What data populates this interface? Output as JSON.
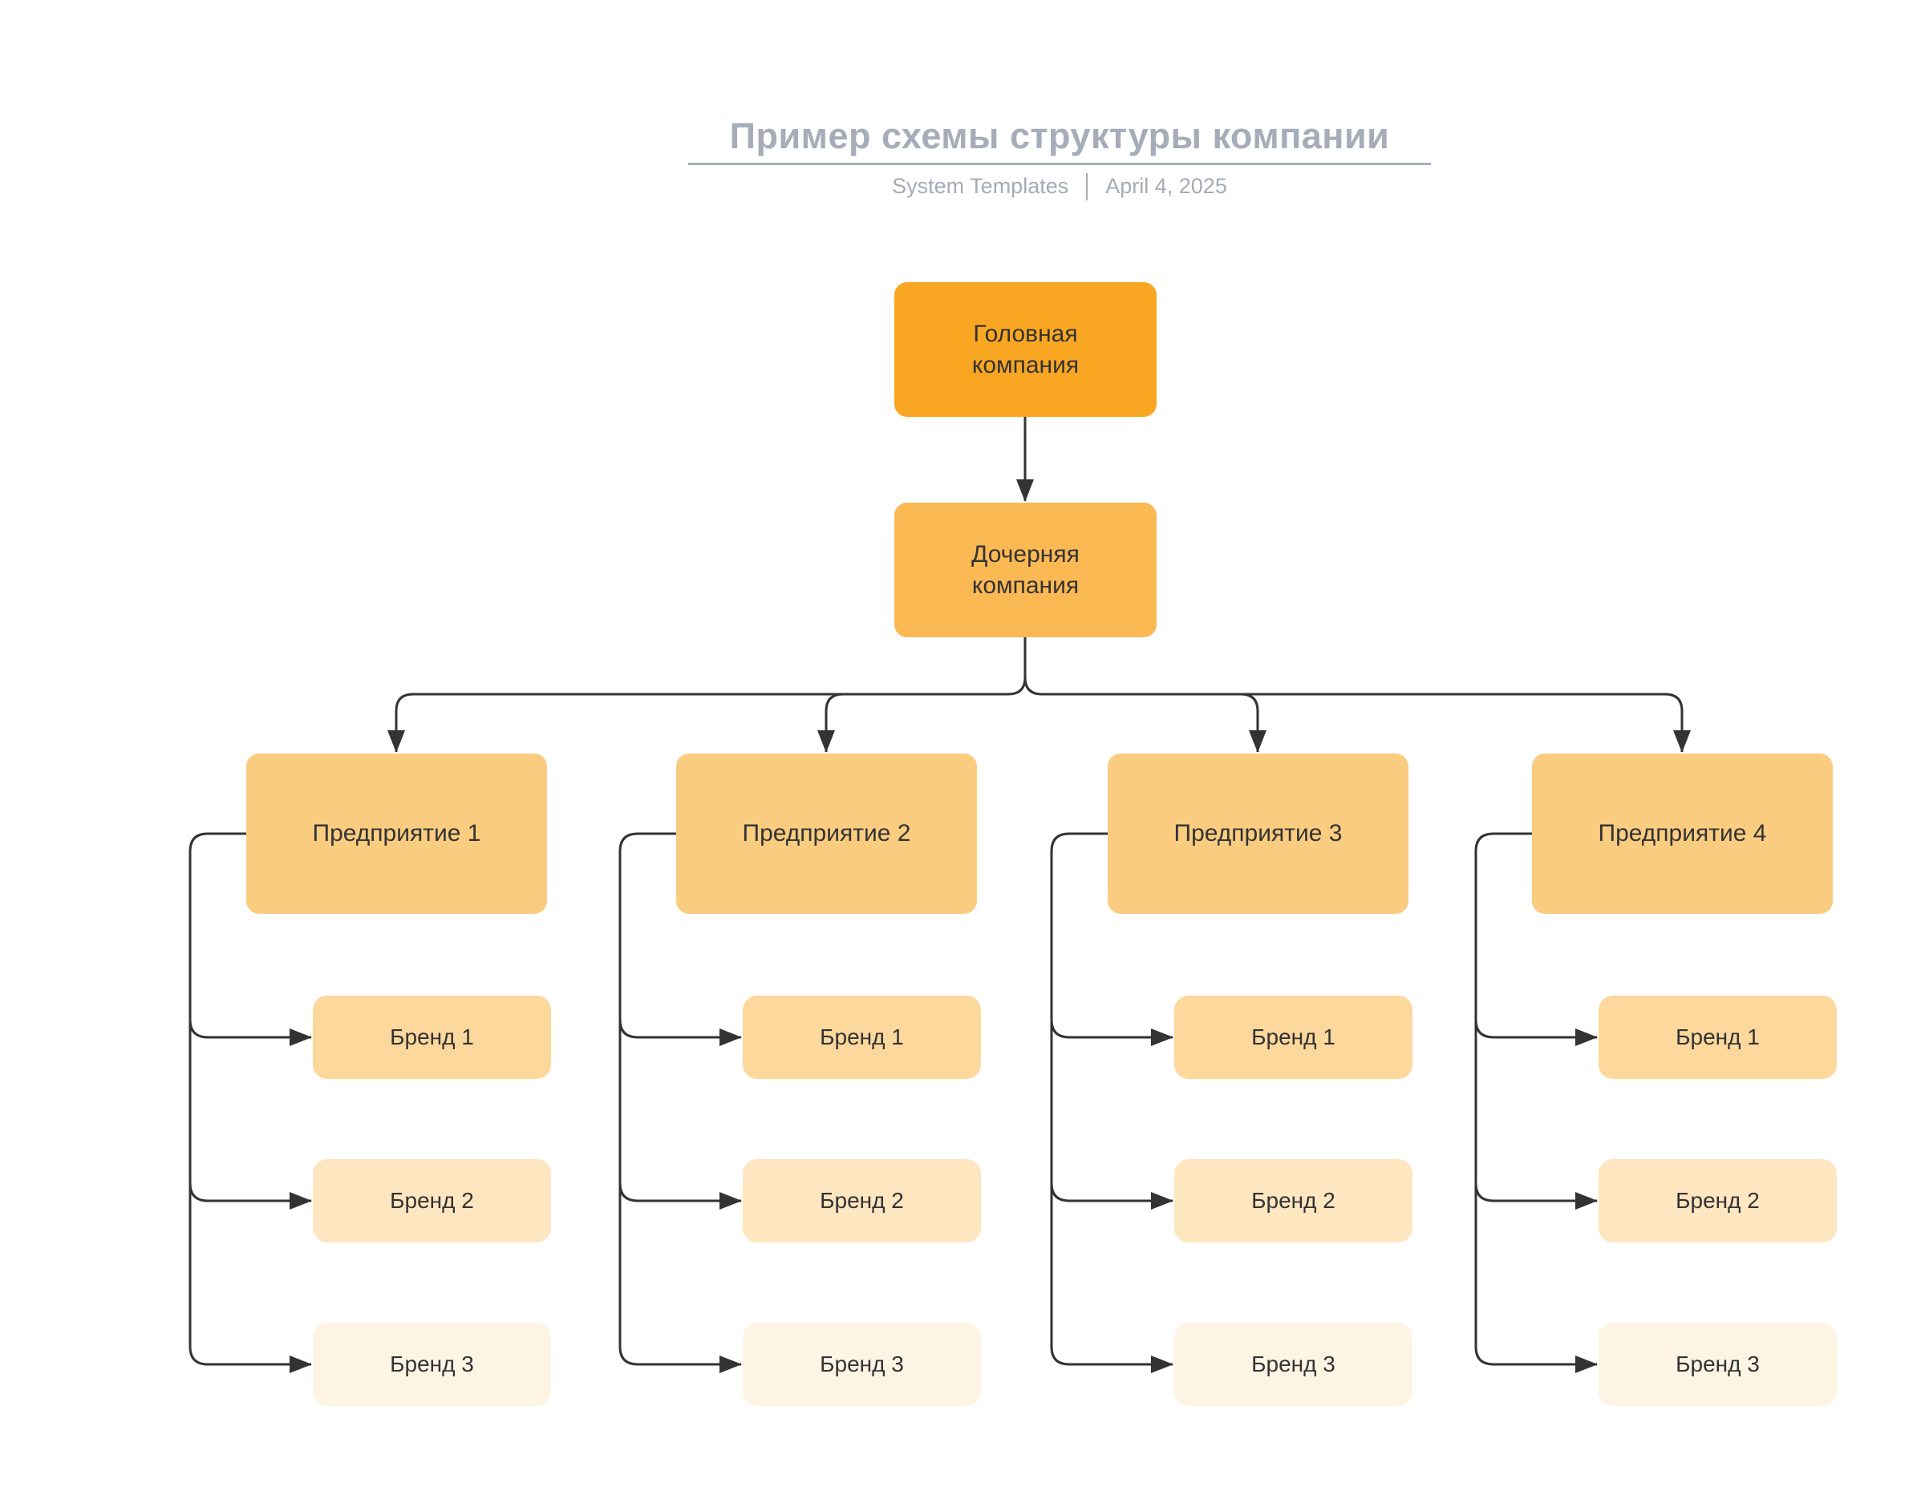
{
  "header": {
    "title": "Пример схемы структуры компании",
    "byline": "System Templates",
    "date": "April 4, 2025"
  },
  "diagram": {
    "root": {
      "label": "Головная компания"
    },
    "subsidiary": {
      "label": "Дочерняя компания"
    },
    "enterprises": [
      {
        "label": "Предприятие 1",
        "brands": [
          {
            "label": "Бренд 1"
          },
          {
            "label": "Бренд 2"
          },
          {
            "label": "Бренд 3"
          }
        ]
      },
      {
        "label": "Предприятие 2",
        "brands": [
          {
            "label": "Бренд 1"
          },
          {
            "label": "Бренд 2"
          },
          {
            "label": "Бренд 3"
          }
        ]
      },
      {
        "label": "Предприятие 3",
        "brands": [
          {
            "label": "Бренд 1"
          },
          {
            "label": "Бренд 2"
          },
          {
            "label": "Бренд 3"
          }
        ]
      },
      {
        "label": "Предприятие 4",
        "brands": [
          {
            "label": "Бренд 1"
          },
          {
            "label": "Бренд 2"
          },
          {
            "label": "Бренд 3"
          }
        ]
      }
    ]
  },
  "colors": {
    "root": "#F9A623",
    "subsidiary": "#FBB954",
    "enterprise": "#FACC80",
    "brand_1": "#FCD89C",
    "brand_2": "#FDE6C0",
    "brand_3": "#FEF4E4",
    "connector": "#333333",
    "node_text": "#333333",
    "title_text": "#A6ADB8",
    "title_rule": "#A8AEB9",
    "subtitle_text": "#A5ABB6"
  }
}
